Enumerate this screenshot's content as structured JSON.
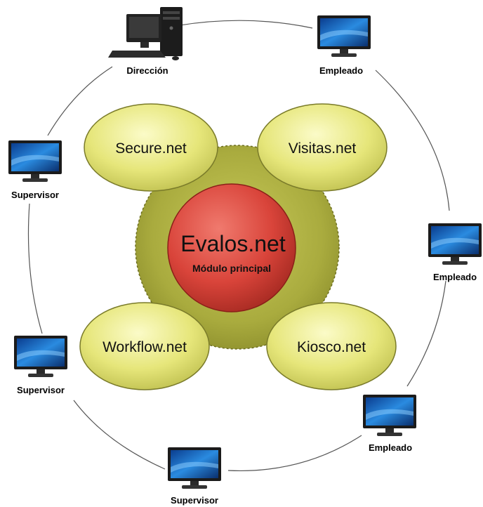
{
  "diagram": {
    "core": {
      "title": "Evalos.net",
      "subtitle": "Módulo principal"
    },
    "modules": [
      {
        "id": "secure",
        "label": "Secure.net"
      },
      {
        "id": "visitas",
        "label": "Visitas.net"
      },
      {
        "id": "workflow",
        "label": "Workflow.net"
      },
      {
        "id": "kiosco",
        "label": "Kiosco.net"
      }
    ],
    "terminals": [
      {
        "id": "direccion",
        "label": "Dirección",
        "icon": "desktop-tower-icon"
      },
      {
        "id": "empleado-1",
        "label": "Empleado",
        "icon": "monitor-icon"
      },
      {
        "id": "supervisor-1",
        "label": "Supervisor",
        "icon": "monitor-icon"
      },
      {
        "id": "empleado-2",
        "label": "Empleado",
        "icon": "monitor-icon"
      },
      {
        "id": "supervisor-2",
        "label": "Supervisor",
        "icon": "monitor-icon"
      },
      {
        "id": "empleado-3",
        "label": "Empleado",
        "icon": "monitor-icon"
      },
      {
        "id": "supervisor-3",
        "label": "Supervisor",
        "icon": "monitor-icon"
      }
    ],
    "colors": {
      "core_fill": "#d9443a",
      "module_fill": "#e6e67a",
      "hub_fill": "#a9ab3e",
      "ring_stroke": "#555555"
    }
  }
}
